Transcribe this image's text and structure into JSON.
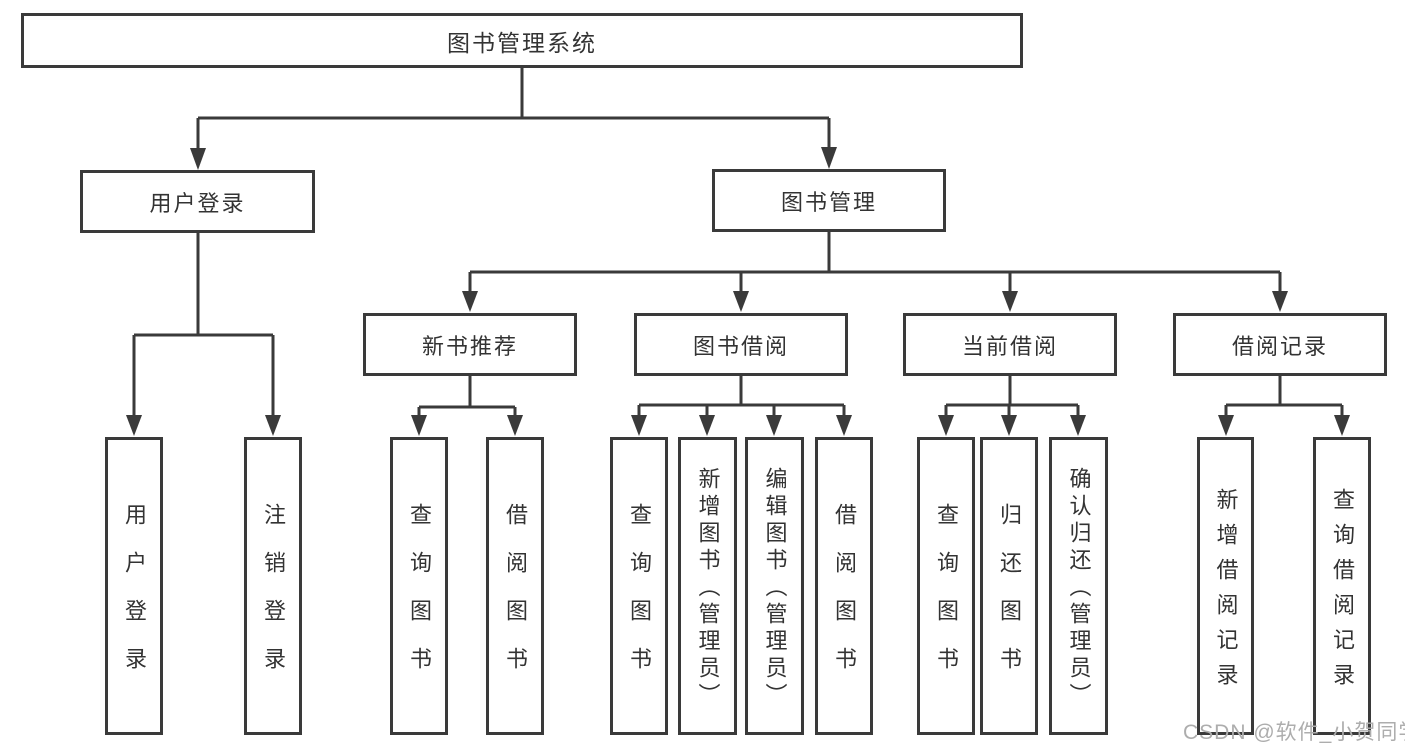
{
  "diagram_type": "hierarchy-tree",
  "tree": {
    "root": {
      "label": "图书管理系统",
      "children": [
        {
          "label": "用户登录",
          "children": [
            {
              "label": "用户登录"
            },
            {
              "label": "注销登录"
            }
          ]
        },
        {
          "label": "图书管理",
          "children": [
            {
              "label": "新书推荐",
              "children": [
                {
                  "label": "查询图书"
                },
                {
                  "label": "借阅图书"
                }
              ]
            },
            {
              "label": "图书借阅",
              "children": [
                {
                  "label": "查询图书"
                },
                {
                  "label": "新增图书（管理员）"
                },
                {
                  "label": "编辑图书（管理员）"
                },
                {
                  "label": "借阅图书"
                }
              ]
            },
            {
              "label": "当前借阅",
              "children": [
                {
                  "label": "查询图书"
                },
                {
                  "label": "归还图书"
                },
                {
                  "label": "确认归还（管理员）"
                }
              ]
            },
            {
              "label": "借阅记录",
              "children": [
                {
                  "label": "新增借阅记录"
                },
                {
                  "label": "查询借阅记录"
                }
              ]
            }
          ]
        }
      ]
    }
  },
  "watermark": {
    "text": "CSDN @软件_小贺同学",
    "color": "#adadad"
  },
  "colors": {
    "line": "#3a3a3a",
    "text": "#333333",
    "background": "#ffffff"
  }
}
